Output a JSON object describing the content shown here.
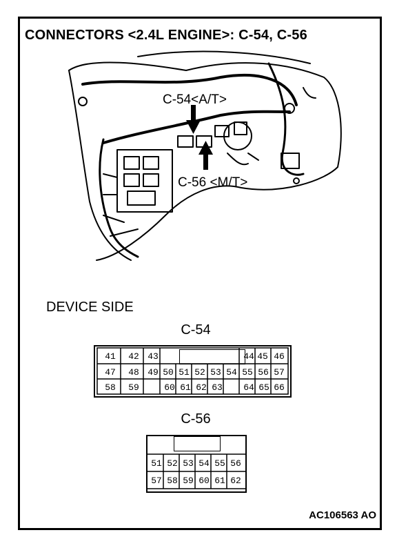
{
  "title": "CONNECTORS <2.4L ENGINE>: C-54, C-56",
  "callouts": {
    "c54": "C-54<A/T>",
    "c56": "C-56 <M/T>"
  },
  "device_side": "DEVICE SIDE",
  "connectors": {
    "c54": {
      "name": "C-54",
      "row1": [
        "41",
        "42",
        "43",
        "44",
        "45",
        "46"
      ],
      "row2": [
        "47",
        "48",
        "49",
        "50",
        "51",
        "52",
        "53",
        "54",
        "55",
        "56",
        "57"
      ],
      "row3": [
        "58",
        "59",
        "60",
        "61",
        "62",
        "63",
        "64",
        "65",
        "66"
      ]
    },
    "c56": {
      "name": "C-56",
      "row1": [
        "51",
        "52",
        "53",
        "54",
        "55",
        "56"
      ],
      "row2": [
        "57",
        "58",
        "59",
        "60",
        "61",
        "62"
      ]
    }
  },
  "code": "AC106563 AO"
}
